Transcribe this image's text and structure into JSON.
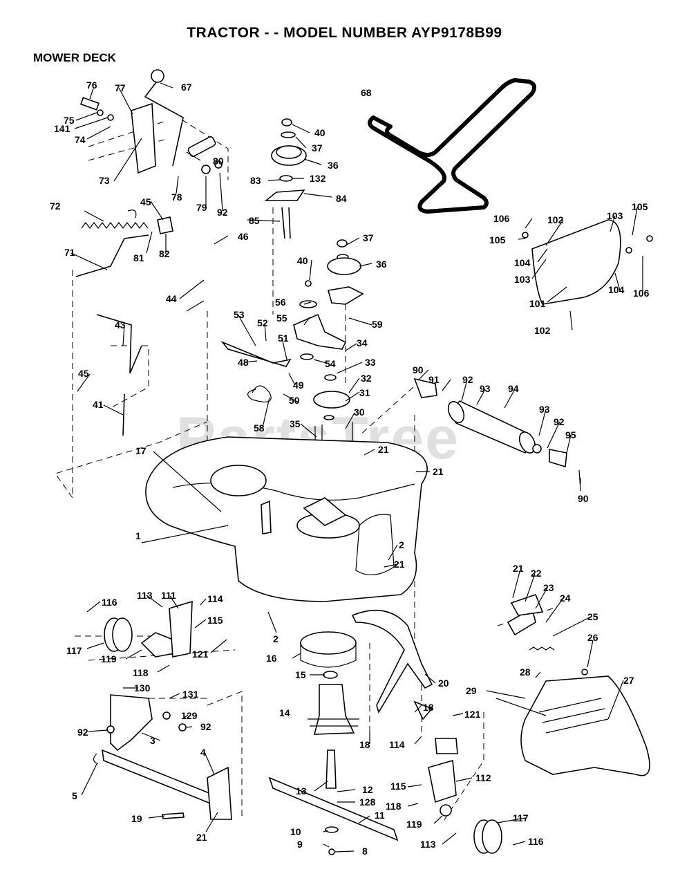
{
  "header": {
    "title": "TRACTOR - - MODEL NUMBER AYP9178B99",
    "section": "MOWER DECK"
  },
  "watermark": "PartsTree",
  "parts": {
    "p67": "67",
    "p76": "76",
    "p77": "77",
    "p75": "75",
    "p141": "141",
    "p74": "74",
    "p73": "73",
    "p80": "80",
    "p78": "78",
    "p79": "79",
    "p92a": "92",
    "p40a": "40",
    "p37a": "37",
    "p36a": "36",
    "p83": "83",
    "p132": "132",
    "p84": "84",
    "p85": "85",
    "p68": "68",
    "p72": "72",
    "p45a": "45",
    "p81": "81",
    "p82": "82",
    "p71": "71",
    "p46": "46",
    "p37b": "37",
    "p40b": "40",
    "p36b": "36",
    "p106a": "106",
    "p102a": "102",
    "p103a": "103",
    "p105a": "105",
    "p105b": "105",
    "p104a": "104",
    "p103b": "103",
    "p104b": "104",
    "p106b": "106",
    "p101": "101",
    "p102b": "102",
    "p44": "44",
    "p56": "56",
    "p55": "55",
    "p59": "59",
    "p53": "53",
    "p52": "52",
    "p51": "51",
    "p34": "34",
    "p48": "48",
    "p54": "54",
    "p33": "33",
    "p49": "49",
    "p32": "32",
    "p50": "50",
    "p31": "31",
    "p43": "43",
    "p45b": "45",
    "p41": "41",
    "p58": "58",
    "p35": "35",
    "p30": "30",
    "p90a": "90",
    "p91": "91",
    "p92b": "92",
    "p93a": "93",
    "p94": "94",
    "p93b": "93",
    "p92c": "92",
    "p95": "95",
    "p90b": "90",
    "p21a": "21",
    "p21b": "21",
    "p17": "17",
    "p1": "1",
    "p2a": "2",
    "p21c": "21",
    "p21d": "21",
    "p22": "22",
    "p23": "23",
    "p24": "24",
    "p25": "25",
    "p26": "26",
    "p27": "27",
    "p28": "28",
    "p29": "29",
    "p116a": "116",
    "p113a": "113",
    "p111": "111",
    "p114a": "114",
    "p115a": "115",
    "p117a": "117",
    "p119a": "119",
    "p121a": "121",
    "p118a": "118",
    "p2b": "2",
    "p16": "16",
    "p15": "15",
    "p20": "20",
    "p18a": "18",
    "p14": "14",
    "p18b": "18",
    "p114b": "114",
    "p121b": "121",
    "p130": "130",
    "p131": "131",
    "p129": "129",
    "p92d": "92",
    "p92e": "92",
    "p3": "3",
    "p4": "4",
    "p5": "5",
    "p13": "13",
    "p12": "12",
    "p128": "128",
    "p115b": "115",
    "p112": "112",
    "p118b": "118",
    "p11": "11",
    "p119b": "119",
    "p117b": "117",
    "p19": "19",
    "p21e": "21",
    "p10": "10",
    "p9": "9",
    "p8": "8",
    "p113b": "113",
    "p116b": "116"
  }
}
